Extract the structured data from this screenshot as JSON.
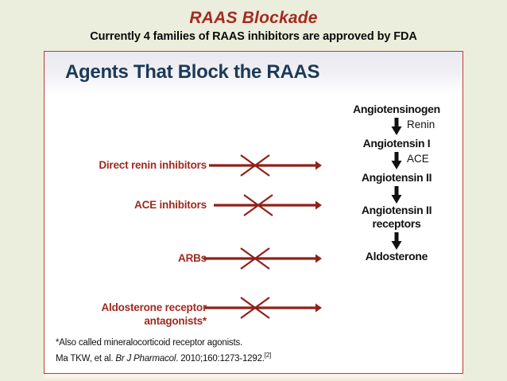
{
  "page": {
    "title": "RAAS Blockade",
    "subtitle": "Currently 4 families of RAAS inhibitors are approved by FDA",
    "background_color": "#ebeedc",
    "title_color": "#a32b22"
  },
  "slide": {
    "header_title": "Agents That Block the RAAS",
    "header_title_color": "#1b3a57",
    "border_color": "#b5402f",
    "background_color": "#ffffff"
  },
  "diagram": {
    "accent_color": "#9e2a20",
    "pathway_color": "#111111",
    "drug_classes": [
      {
        "label": "Direct renin inhibitors",
        "blocks": "Renin"
      },
      {
        "label": "ACE inhibitors",
        "blocks": "ACE"
      },
      {
        "label": "ARBs",
        "blocks": "Angiotensin II receptors"
      },
      {
        "label": "Aldosterone receptor\nantagonists*",
        "blocks": "Aldosterone"
      }
    ],
    "pathway": [
      {
        "node": "Angiotensinogen",
        "enzyme": "Renin"
      },
      {
        "node": "Angiotensin I",
        "enzyme": "ACE"
      },
      {
        "node": "Angiotensin II",
        "enzyme": ""
      },
      {
        "node": "Angiotensin II\nreceptors",
        "enzyme": ""
      },
      {
        "node": "Aldosterone",
        "enzyme": ""
      }
    ]
  },
  "footnote": {
    "line1": "*Also called mineralocorticoid receptor agonists.",
    "authors": "Ma TKW, et al. ",
    "journal": "Br J Pharmacol",
    "citation": ". 2010;160:1273-1292.",
    "reference_marker": "[2]"
  }
}
